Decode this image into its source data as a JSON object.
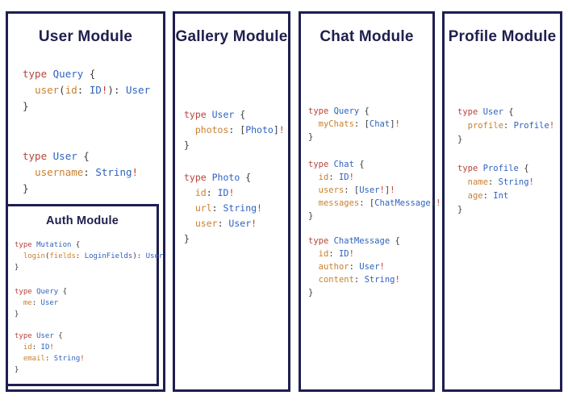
{
  "colors": {
    "border": "#1e1e52",
    "title": "#1f1f4e",
    "keyword": "#b5443c",
    "typename": "#2e62c0",
    "field": "#c8802f",
    "punct": "#3b3b3b",
    "bang": "#c23b2e"
  },
  "modules": [
    {
      "id": "user",
      "title": "User Module",
      "blocks": [
        {
          "lines": [
            [
              [
                "k",
                "type "
              ],
              [
                "t",
                "Query "
              ],
              [
                "p",
                "{"
              ]
            ],
            [
              [
                "p",
                "  "
              ],
              [
                "f",
                "user"
              ],
              [
                "p",
                "("
              ],
              [
                "f",
                "id"
              ],
              [
                "p",
                ": "
              ],
              [
                "t",
                "ID"
              ],
              [
                "b",
                "!"
              ],
              [
                "p",
                "): "
              ],
              [
                "t",
                "User"
              ]
            ],
            [
              [
                "p",
                "}"
              ]
            ]
          ]
        },
        {
          "lines": [
            [
              [
                "k",
                "type "
              ],
              [
                "t",
                "User "
              ],
              [
                "p",
                "{"
              ]
            ],
            [
              [
                "p",
                "  "
              ],
              [
                "f",
                "username"
              ],
              [
                "p",
                ": "
              ],
              [
                "t",
                "String"
              ],
              [
                "b",
                "!"
              ]
            ],
            [
              [
                "p",
                "}"
              ]
            ]
          ]
        }
      ]
    },
    {
      "id": "auth",
      "title": "Auth Module",
      "blocks": [
        {
          "lines": [
            [
              [
                "k",
                "type "
              ],
              [
                "t",
                "Mutation "
              ],
              [
                "p",
                "{"
              ]
            ],
            [
              [
                "p",
                "  "
              ],
              [
                "f",
                "login"
              ],
              [
                "p",
                "("
              ],
              [
                "f",
                "fields"
              ],
              [
                "p",
                ": "
              ],
              [
                "t",
                "LoginFields"
              ],
              [
                "p",
                "): "
              ],
              [
                "t",
                "User"
              ]
            ],
            [
              [
                "p",
                "}"
              ]
            ]
          ]
        },
        {
          "lines": [
            [
              [
                "k",
                "type "
              ],
              [
                "t",
                "Query "
              ],
              [
                "p",
                "{"
              ]
            ],
            [
              [
                "p",
                "  "
              ],
              [
                "f",
                "me"
              ],
              [
                "p",
                ": "
              ],
              [
                "t",
                "User"
              ]
            ],
            [
              [
                "p",
                "}"
              ]
            ]
          ]
        },
        {
          "lines": [
            [
              [
                "k",
                "type "
              ],
              [
                "t",
                "User "
              ],
              [
                "p",
                "{"
              ]
            ],
            [
              [
                "p",
                "  "
              ],
              [
                "f",
                "id"
              ],
              [
                "p",
                ": "
              ],
              [
                "t",
                "ID"
              ],
              [
                "b",
                "!"
              ]
            ],
            [
              [
                "p",
                "  "
              ],
              [
                "f",
                "email"
              ],
              [
                "p",
                ": "
              ],
              [
                "t",
                "String"
              ],
              [
                "b",
                "!"
              ]
            ],
            [
              [
                "p",
                "}"
              ]
            ]
          ]
        }
      ]
    },
    {
      "id": "gallery",
      "title": "Gallery Module",
      "blocks": [
        {
          "lines": [
            [
              [
                "k",
                "type "
              ],
              [
                "t",
                "User "
              ],
              [
                "p",
                "{"
              ]
            ],
            [
              [
                "p",
                "  "
              ],
              [
                "f",
                "photos"
              ],
              [
                "p",
                ": ["
              ],
              [
                "t",
                "Photo"
              ],
              [
                "p",
                "]"
              ],
              [
                "b",
                "!"
              ]
            ],
            [
              [
                "p",
                "}"
              ]
            ]
          ]
        },
        {
          "lines": [
            [
              [
                "k",
                "type "
              ],
              [
                "t",
                "Photo "
              ],
              [
                "p",
                "{"
              ]
            ],
            [
              [
                "p",
                "  "
              ],
              [
                "f",
                "id"
              ],
              [
                "p",
                ": "
              ],
              [
                "t",
                "ID"
              ],
              [
                "b",
                "!"
              ]
            ],
            [
              [
                "p",
                "  "
              ],
              [
                "f",
                "url"
              ],
              [
                "p",
                ": "
              ],
              [
                "t",
                "String"
              ],
              [
                "b",
                "!"
              ]
            ],
            [
              [
                "p",
                "  "
              ],
              [
                "f",
                "user"
              ],
              [
                "p",
                ": "
              ],
              [
                "t",
                "User"
              ],
              [
                "b",
                "!"
              ]
            ],
            [
              [
                "p",
                "}"
              ]
            ]
          ]
        }
      ]
    },
    {
      "id": "chat",
      "title": "Chat Module",
      "blocks": [
        {
          "lines": [
            [
              [
                "k",
                "type "
              ],
              [
                "t",
                "Query "
              ],
              [
                "p",
                "{"
              ]
            ],
            [
              [
                "p",
                "  "
              ],
              [
                "f",
                "myChats"
              ],
              [
                "p",
                ": ["
              ],
              [
                "t",
                "Chat"
              ],
              [
                "p",
                "]"
              ],
              [
                "b",
                "!"
              ]
            ],
            [
              [
                "p",
                "}"
              ]
            ]
          ]
        },
        {
          "lines": [
            [
              [
                "k",
                "type "
              ],
              [
                "t",
                "Chat "
              ],
              [
                "p",
                "{"
              ]
            ],
            [
              [
                "p",
                "  "
              ],
              [
                "f",
                "id"
              ],
              [
                "p",
                ": "
              ],
              [
                "t",
                "ID"
              ],
              [
                "b",
                "!"
              ]
            ],
            [
              [
                "p",
                "  "
              ],
              [
                "f",
                "users"
              ],
              [
                "p",
                ": ["
              ],
              [
                "t",
                "User"
              ],
              [
                "b",
                "!"
              ],
              [
                "p",
                "]"
              ],
              [
                "b",
                "!"
              ]
            ],
            [
              [
                "p",
                "  "
              ],
              [
                "f",
                "messages"
              ],
              [
                "p",
                ": ["
              ],
              [
                "t",
                "ChatMessage"
              ],
              [
                "p",
                "]"
              ],
              [
                "b",
                "!"
              ]
            ],
            [
              [
                "p",
                "}"
              ]
            ]
          ]
        },
        {
          "lines": [
            [
              [
                "k",
                "type "
              ],
              [
                "t",
                "ChatMessage "
              ],
              [
                "p",
                "{"
              ]
            ],
            [
              [
                "p",
                "  "
              ],
              [
                "f",
                "id"
              ],
              [
                "p",
                ": "
              ],
              [
                "t",
                "ID"
              ],
              [
                "b",
                "!"
              ]
            ],
            [
              [
                "p",
                "  "
              ],
              [
                "f",
                "author"
              ],
              [
                "p",
                ": "
              ],
              [
                "t",
                "User"
              ],
              [
                "b",
                "!"
              ]
            ],
            [
              [
                "p",
                "  "
              ],
              [
                "f",
                "content"
              ],
              [
                "p",
                ": "
              ],
              [
                "t",
                "String"
              ],
              [
                "b",
                "!"
              ]
            ],
            [
              [
                "p",
                "}"
              ]
            ]
          ]
        }
      ]
    },
    {
      "id": "profile",
      "title": "Profile Module",
      "blocks": [
        {
          "lines": [
            [
              [
                "k",
                "type "
              ],
              [
                "t",
                "User "
              ],
              [
                "p",
                "{"
              ]
            ],
            [
              [
                "p",
                "  "
              ],
              [
                "f",
                "profile"
              ],
              [
                "p",
                ": "
              ],
              [
                "t",
                "Profile"
              ],
              [
                "b",
                "!"
              ]
            ],
            [
              [
                "p",
                "}"
              ]
            ]
          ]
        },
        {
          "lines": [
            [
              [
                "k",
                "type "
              ],
              [
                "t",
                "Profile "
              ],
              [
                "p",
                "{"
              ]
            ],
            [
              [
                "p",
                "  "
              ],
              [
                "f",
                "name"
              ],
              [
                "p",
                ": "
              ],
              [
                "t",
                "String"
              ],
              [
                "b",
                "!"
              ]
            ],
            [
              [
                "p",
                "  "
              ],
              [
                "f",
                "age"
              ],
              [
                "p",
                ": "
              ],
              [
                "t",
                "Int"
              ]
            ],
            [
              [
                "p",
                "}"
              ]
            ]
          ]
        }
      ]
    }
  ]
}
